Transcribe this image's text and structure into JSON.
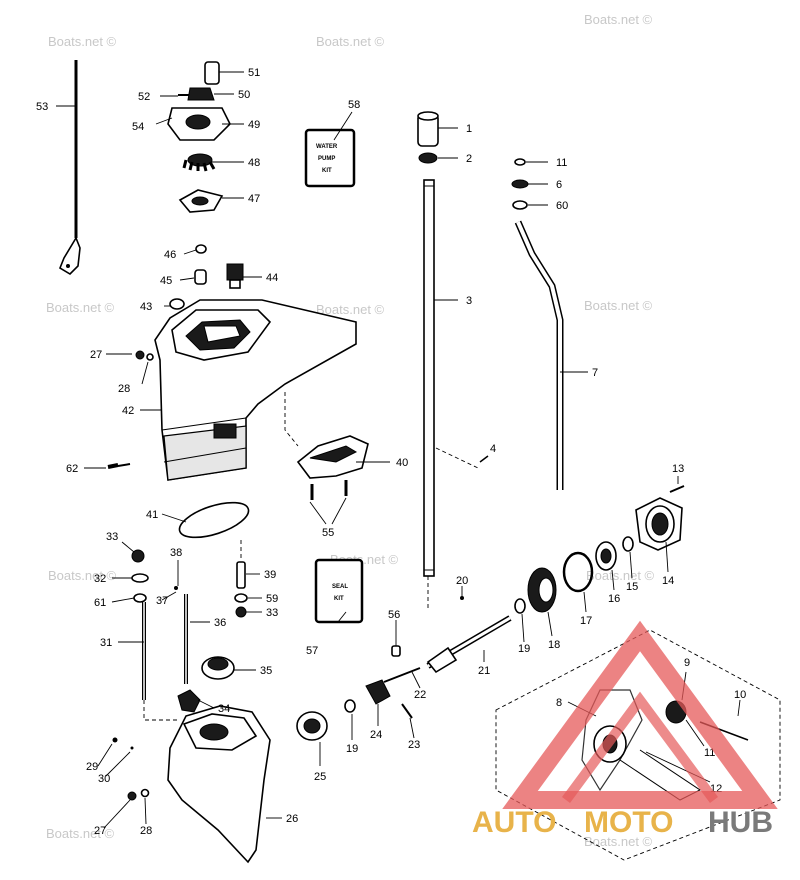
{
  "watermark": "Boats.net ©",
  "logo": {
    "left": "AUTO",
    "middle": "MOTO",
    "right": "HUB"
  },
  "kits": {
    "water_pump": [
      "WATER",
      "PUMP",
      "KIT"
    ],
    "seal": [
      "SEAL",
      "KIT"
    ]
  },
  "callouts": {
    "c1": "1",
    "c2": "2",
    "c3": "3",
    "c4": "4",
    "c5": "6",
    "c6": "7",
    "c7": "8",
    "c8": "9",
    "c9": "10",
    "c10": "11",
    "c11": "11",
    "c12": "12",
    "c13": "13",
    "c14": "14",
    "c15": "15",
    "c16": "16",
    "c17": "17",
    "c18": "18",
    "c19": "19",
    "c20": "19",
    "c21": "20",
    "c22": "21",
    "c23": "22",
    "c24": "23",
    "c25": "24",
    "c26": "25",
    "c27": "26",
    "c28": "27",
    "c29": "27",
    "c30": "28",
    "c31": "28",
    "c32": "29",
    "c33": "30",
    "c34": "31",
    "c35": "32",
    "c36": "33",
    "c37": "33",
    "c38": "34",
    "c39": "35",
    "c40": "36",
    "c41": "37",
    "c42": "38",
    "c43": "39",
    "c44": "40",
    "c45": "41",
    "c46": "42",
    "c47": "43",
    "c48": "44",
    "c49": "45",
    "c50": "46",
    "c51": "47",
    "c52": "48",
    "c53": "49",
    "c54": "50",
    "c55": "51",
    "c56": "52",
    "c57": "53",
    "c58": "54",
    "c59": "55",
    "c60": "56",
    "c61": "57",
    "c62": "58",
    "c63": "59",
    "c64": "60",
    "c65": "61",
    "c66": "62"
  }
}
